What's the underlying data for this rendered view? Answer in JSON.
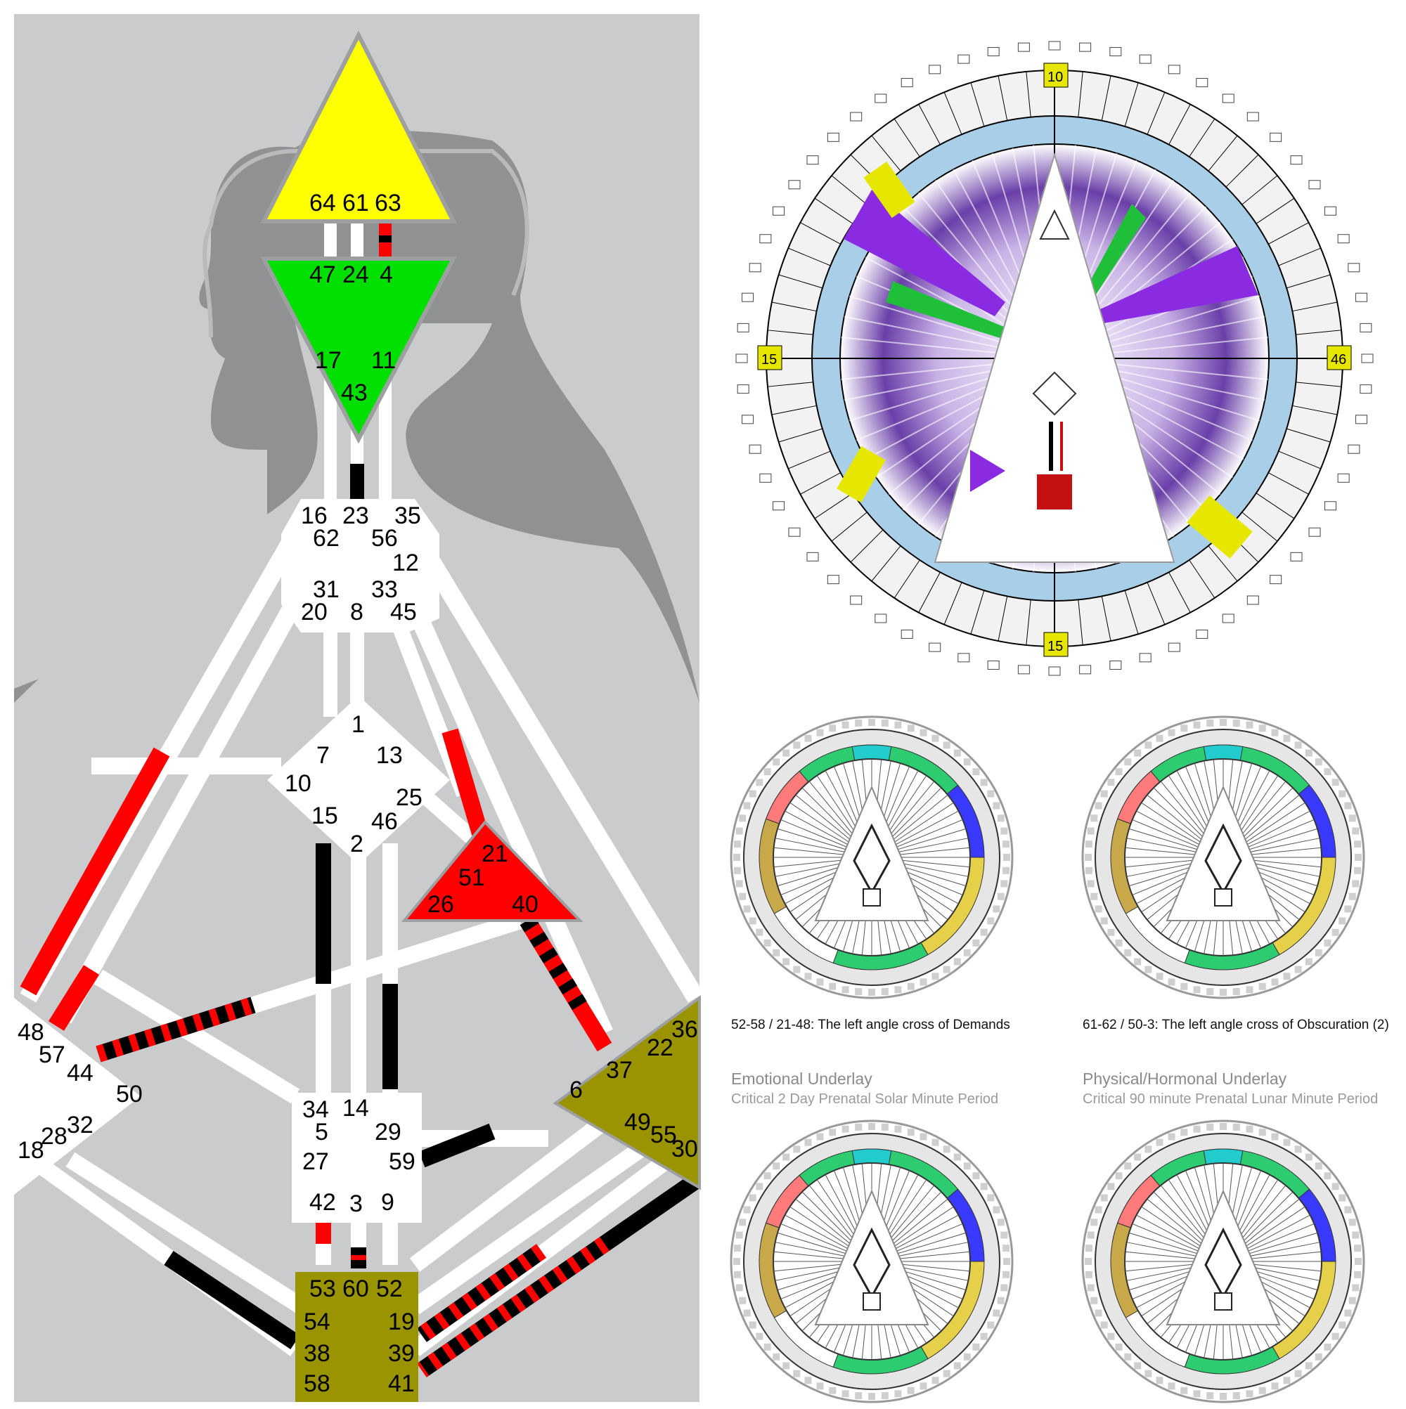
{
  "bodygraph": {
    "centers": {
      "head": {
        "gates": [
          "64",
          "61",
          "63"
        ],
        "color": "#ffff00"
      },
      "ajna": {
        "gates": [
          "47",
          "24",
          "4",
          "17",
          "11",
          "43"
        ],
        "color": "#00e000"
      },
      "throat": {
        "gates": [
          "16",
          "23",
          "35",
          "62",
          "56",
          "12",
          "31",
          "33",
          "20",
          "8",
          "45"
        ],
        "color": "#ffffff"
      },
      "g": {
        "gates": [
          "1",
          "7",
          "13",
          "10",
          "25",
          "15",
          "46",
          "2"
        ],
        "color": "#ffffff"
      },
      "heart": {
        "gates": [
          "21",
          "51",
          "26",
          "40"
        ],
        "color": "#ff0000"
      },
      "spleen": {
        "gates": [
          "48",
          "57",
          "44",
          "50",
          "32",
          "28",
          "18"
        ],
        "color": "#ffffff"
      },
      "solar_plexus": {
        "gates": [
          "36",
          "22",
          "37",
          "6",
          "49",
          "55",
          "30"
        ],
        "color": "#9a9400"
      },
      "sacral": {
        "gates": [
          "34",
          "14",
          "29",
          "5",
          "27",
          "59",
          "42",
          "3",
          "9"
        ],
        "color": "#ffffff"
      },
      "root": {
        "gates": [
          "53",
          "60",
          "52",
          "54",
          "19",
          "38",
          "39",
          "58",
          "41"
        ],
        "color": "#9a9400"
      }
    }
  },
  "mandala": {
    "top_gate": "10",
    "bottom_gate": "15",
    "left_gate": "15",
    "right_gate": "46"
  },
  "charts": [
    {
      "caption": "52-58 / 21-48: The left angle cross of Demands"
    },
    {
      "caption": "61-62 / 50-3: The left angle cross of Obscuration (2)"
    },
    {
      "title": "Emotional Underlay",
      "subtitle": "Critical 2 Day Prenatal Solar Minute Period"
    },
    {
      "title": "Physical/Hormonal Underlay",
      "subtitle": "Critical 90 minute Prenatal Lunar Minute Period"
    }
  ],
  "colors": {
    "defined_red": "#ff0000",
    "defined_black": "#000000",
    "background_grey": "#c9cbcc",
    "silhouette": "#8f9192"
  }
}
